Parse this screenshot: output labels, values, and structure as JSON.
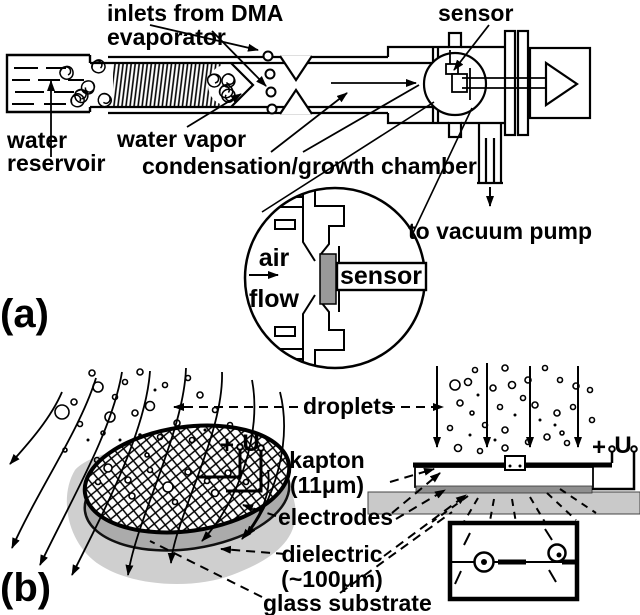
{
  "figure": {
    "panel_a": {
      "tag": "(a)",
      "labels": {
        "inlets_from_dma": "inlets from DMA",
        "evaporator": "evaporator",
        "sensor": "sensor",
        "water_reservoir_line1": "water",
        "water_reservoir_line2": "reservoir",
        "water_vapor": "water vapor",
        "growth_chamber": "condensation/growth chamber",
        "to_vacuum_pump": "to vacuum pump"
      },
      "inset": {
        "air": "air",
        "flow": "flow",
        "sensor_box": "sensor"
      }
    },
    "panel_b": {
      "tag": "(b)",
      "labels": {
        "droplets": "droplets",
        "kapton_line1": "kapton",
        "kapton_line2": "(11μm)",
        "electrodes": "electrodes",
        "dielectric_line1": "dielectric",
        "dielectric_line2": "(~100μm)",
        "glass_substrate": "glass substrate",
        "voltage_left_plus": "+",
        "voltage_left_u": "U",
        "voltage_right_plus": "+",
        "voltage_right_u": "U"
      }
    },
    "colors": {
      "ink": "#000000",
      "background": "#ffffff",
      "sensor_chip_gray": "#999999",
      "electrode_strip_gray": "#8f8f8f",
      "substrate_gray": "#c9c9c9",
      "disc_rim_gray": "#ababab"
    }
  }
}
